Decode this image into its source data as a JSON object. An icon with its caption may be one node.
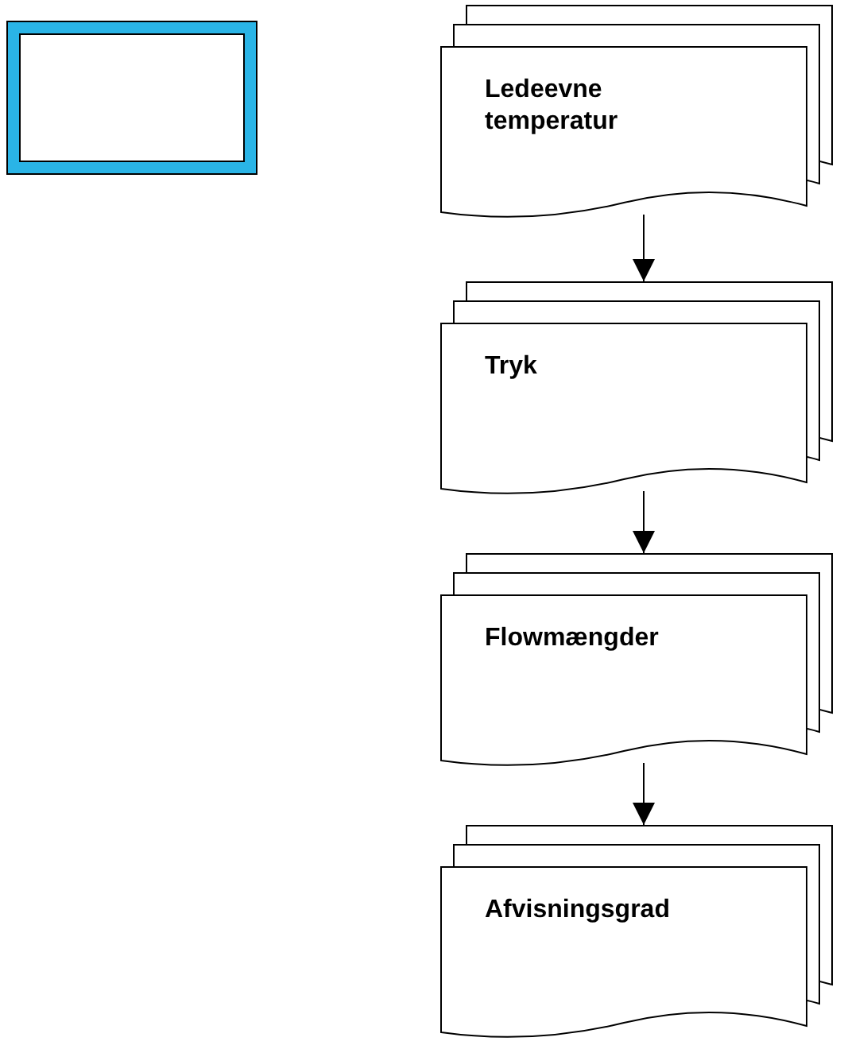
{
  "diagram": {
    "nodes": [
      {
        "text": [],
        "shape": "box"
      },
      {
        "text": [
          "Ledeevne temperatur"
        ]
      },
      {
        "text": [
          "Tryk"
        ]
      },
      {
        "text": [
          "Flowmængder"
        ]
      },
      {
        "text": [
          "Afvisningsgrad"
        ]
      }
    ],
    "edges": [
      {
        "from": 1,
        "to": 2,
        "arrow": "to"
      },
      {
        "from": 2,
        "to": 3,
        "arrow": "to"
      },
      {
        "from": 3,
        "to": 4,
        "arrow": "to"
      }
    ]
  }
}
